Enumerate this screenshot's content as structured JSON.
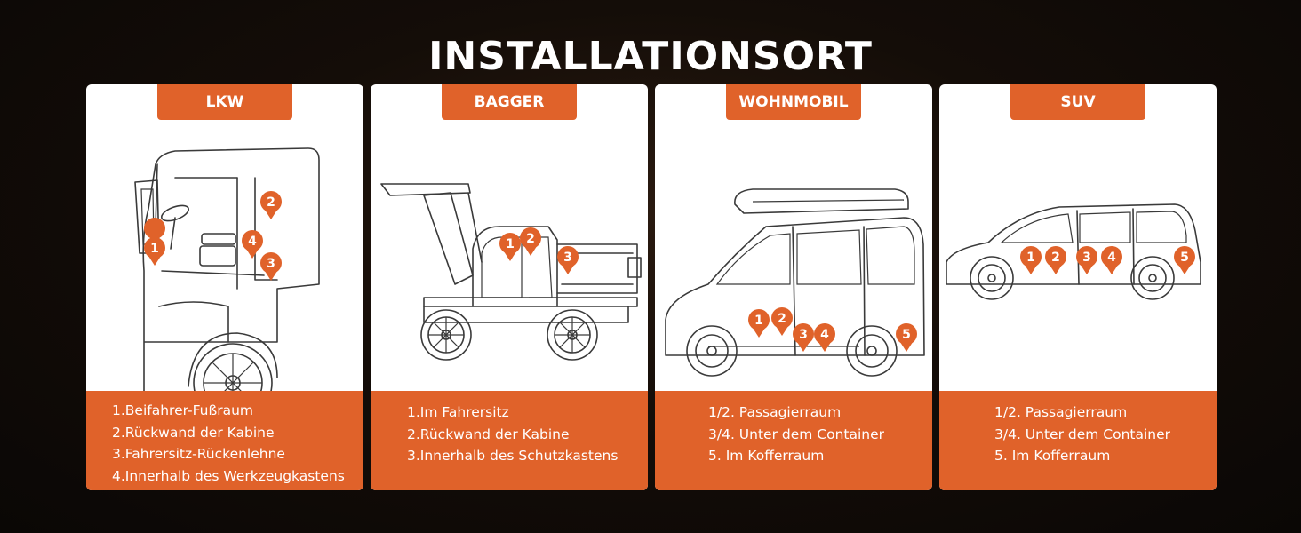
{
  "title": "INSTALLATIONSORT",
  "cards": [
    {
      "label": "LKW",
      "items": [
        "1.Beifahrer-Fußraum",
        "2.Rückwand der Kabine",
        "3.Fahrersitz-Rückenlehne",
        "4.Innerhalb des Werkzeugkastens"
      ],
      "pins": [
        "1",
        "2",
        "3",
        "4"
      ]
    },
    {
      "label": "BAGGER",
      "items": [
        "1.Im Fahrersitz",
        "2.Rückwand der Kabine",
        "3.Innerhalb des Schutzkastens"
      ],
      "pins": [
        "1",
        "2",
        "3"
      ]
    },
    {
      "label": "WOHNMOBIL",
      "items": [
        "1/2. Passagierraum",
        "3/4. Unter dem Container",
        "5. Im Kofferraum"
      ],
      "pins": [
        "1",
        "2",
        "3",
        "4",
        "5"
      ]
    },
    {
      "label": "SUV",
      "items": [
        "1/2. Passagierraum",
        "3/4. Unter dem Container",
        "5. Im Kofferraum"
      ],
      "pins": [
        "1",
        "2",
        "3",
        "4",
        "5"
      ]
    }
  ],
  "colors": {
    "accent": "#e0622a",
    "background": "#120c08",
    "card": "#ffffff"
  }
}
